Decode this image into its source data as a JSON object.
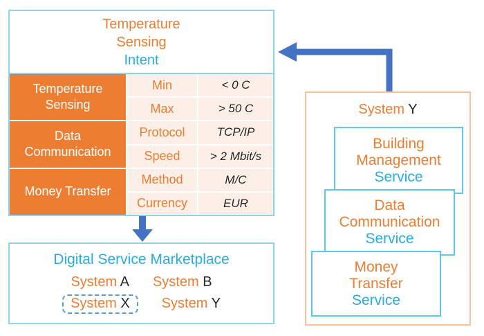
{
  "colors": {
    "orange": "#ED7D31",
    "blue_text": "#29ABE2",
    "arrow_blue": "#4472C4",
    "box_border_blue": "#8BD4EF",
    "card_border_cyan": "#5BC8EE",
    "panel_border_orange": "#F8C19B",
    "cell_background": "#FBEFE7",
    "dashed_selection_blue": "#5B9BD5"
  },
  "intent": {
    "title_line1": "Temperature",
    "title_line2": "Sensing",
    "title_line3": "Intent",
    "table": {
      "groups": [
        {
          "label": "Temperature Sensing",
          "rows": [
            {
              "property": "Min",
              "value": "< 0 C"
            },
            {
              "property": "Max",
              "value": "> 50 C"
            }
          ]
        },
        {
          "label": "Data Communication",
          "rows": [
            {
              "property": "Protocol",
              "value": "TCP/IP"
            },
            {
              "property": "Speed",
              "value": "> 2 Mbit/s"
            }
          ]
        },
        {
          "label": "Money Transfer",
          "rows": [
            {
              "property": "Method",
              "value": "M/C"
            },
            {
              "property": "Currency",
              "value": "EUR"
            }
          ]
        }
      ]
    }
  },
  "marketplace": {
    "title": "Digital Service Marketplace",
    "systems": [
      {
        "name": "System",
        "letter": "A"
      },
      {
        "name": "System",
        "letter": "B"
      },
      {
        "name": "System",
        "letter": "X"
      },
      {
        "name": "System",
        "letter": "Y"
      }
    ]
  },
  "system_y_panel": {
    "title_name": "System",
    "title_letter": "Y",
    "cards": [
      {
        "line1": "Building",
        "line2": "Management",
        "line3": "Service"
      },
      {
        "line1": "Data",
        "line2": "Communication",
        "line3": "Service"
      },
      {
        "line1": "Money",
        "line2": "Transfer",
        "line3": "Service"
      }
    ]
  }
}
